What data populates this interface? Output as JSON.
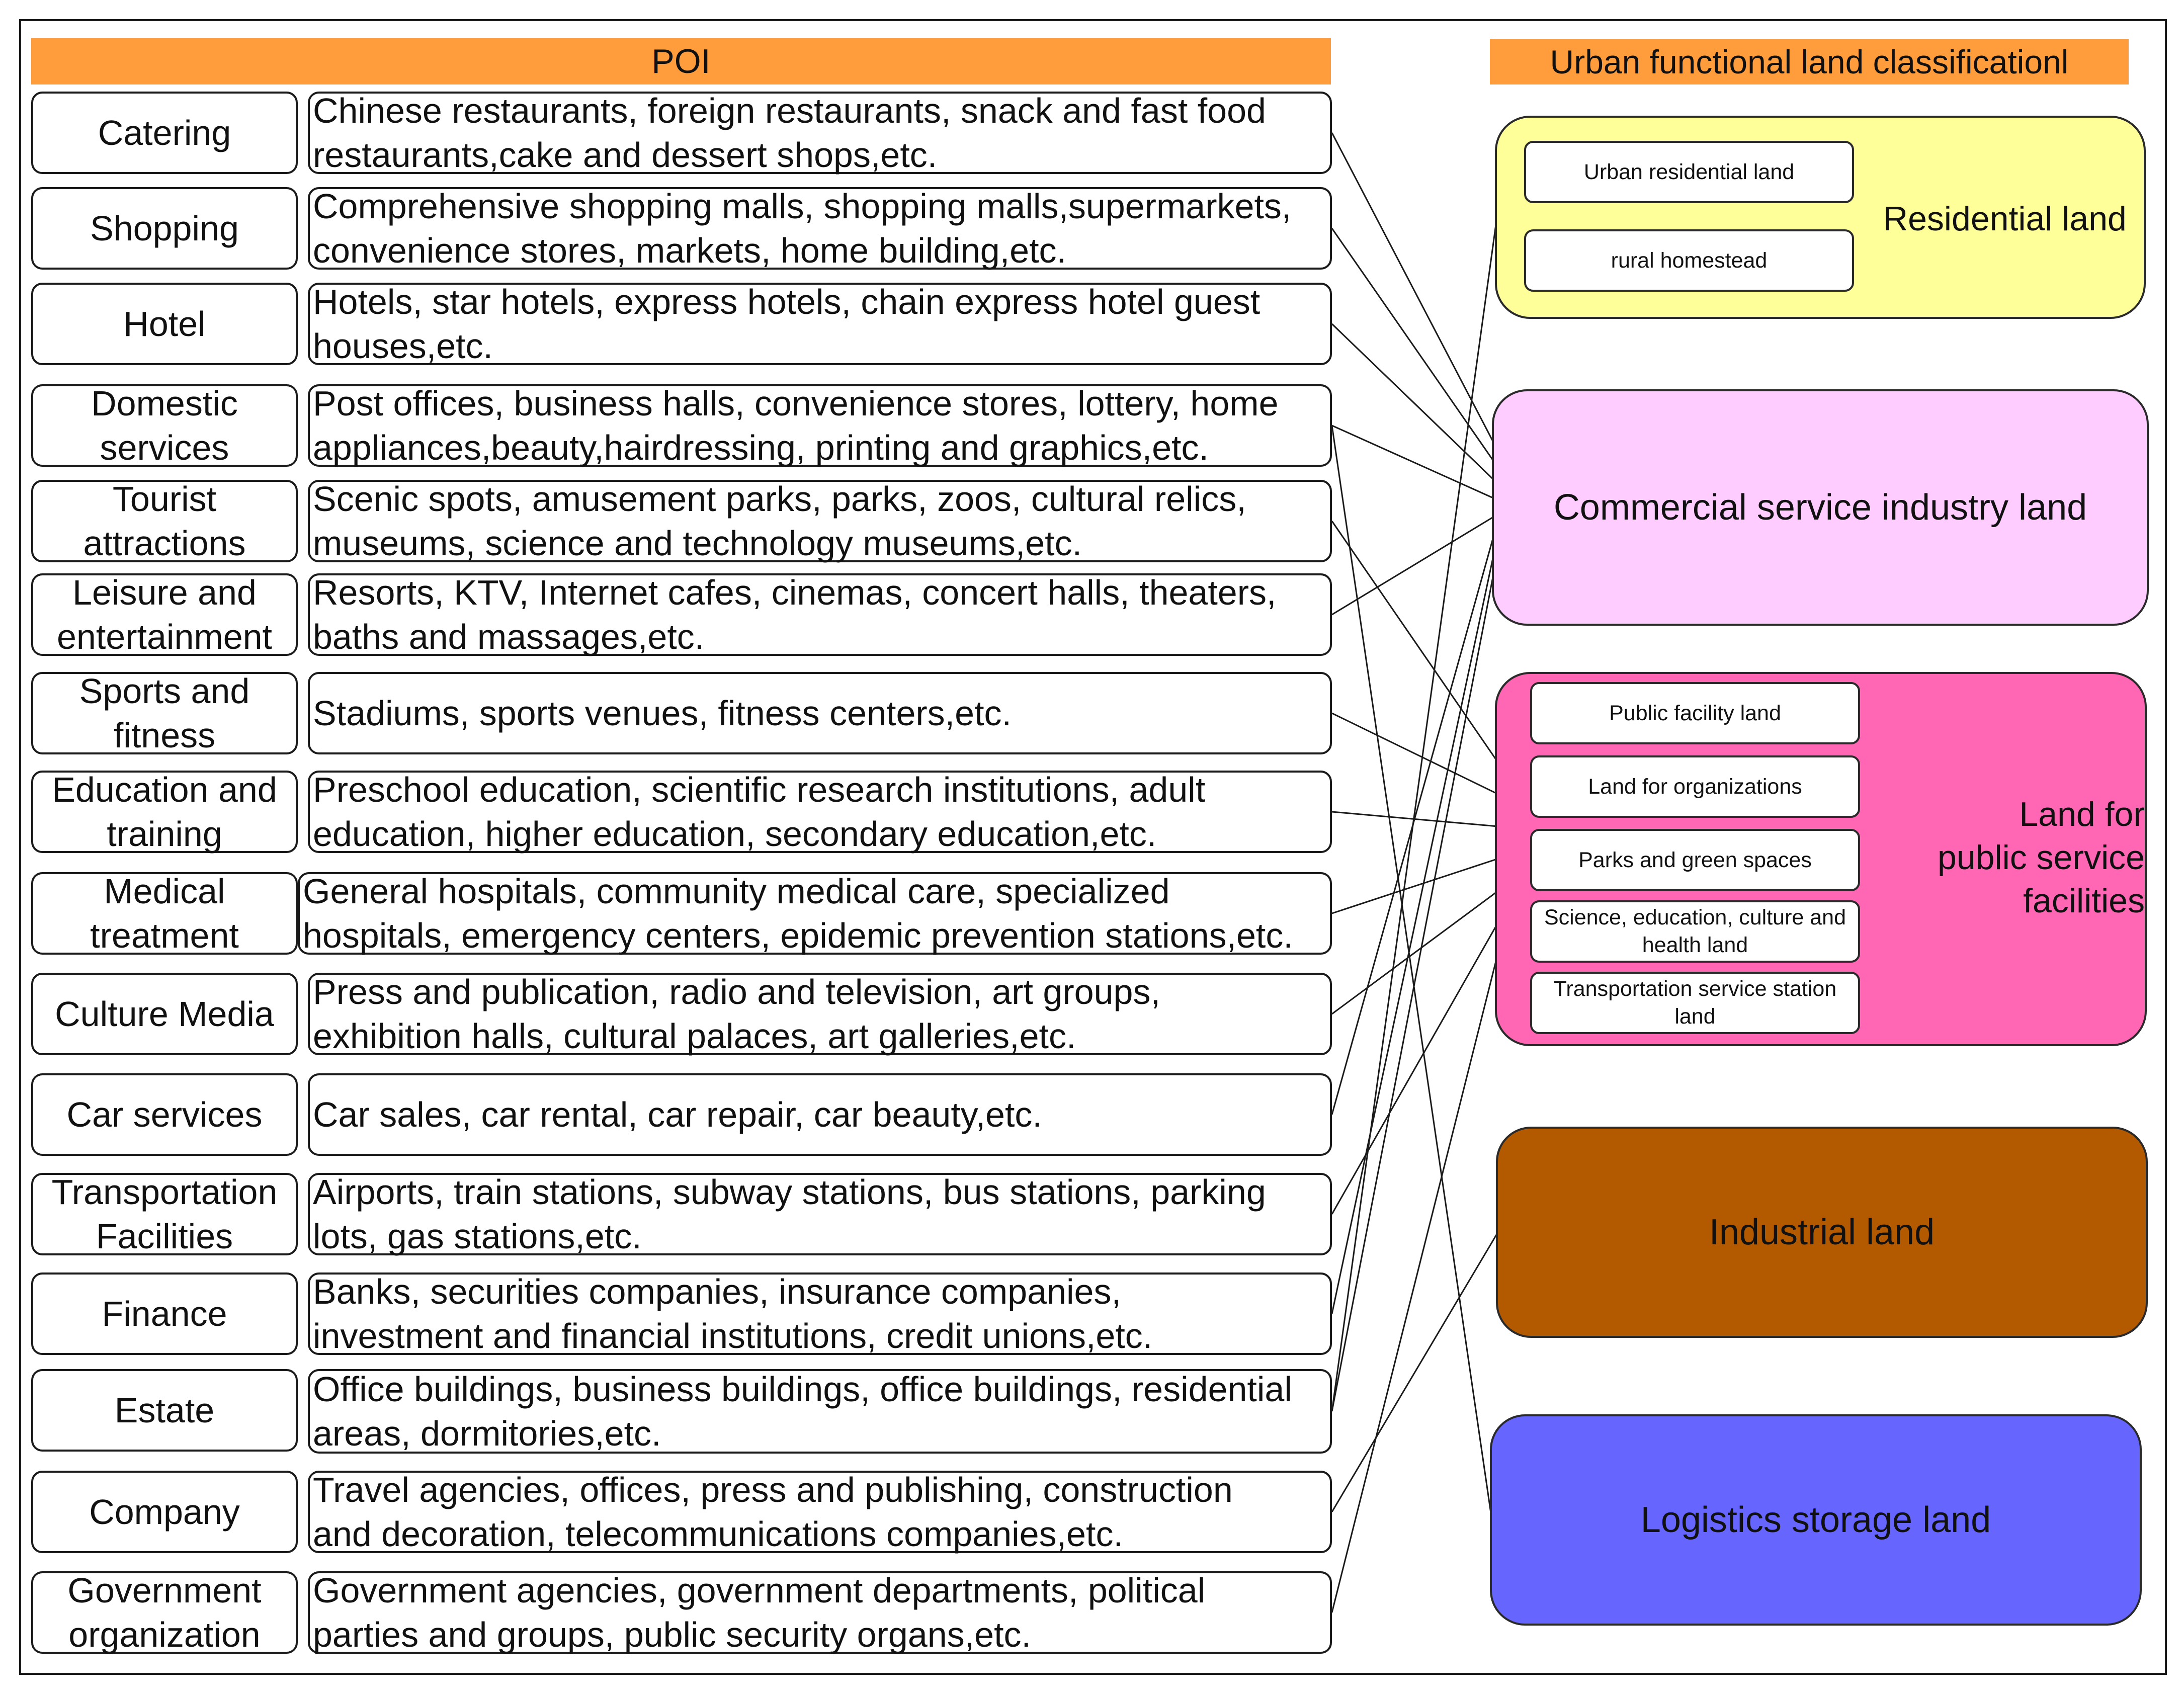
{
  "headers": {
    "poi": "POI",
    "classification": "Urban functional land classificationl"
  },
  "poi_categories": [
    {
      "label": "Catering",
      "description": "Chinese restaurants, foreign restaurants, snack and fast food\nrestaurants,cake and dessert shops,etc."
    },
    {
      "label": "Shopping",
      "description": "Comprehensive shopping malls, shopping malls,supermarkets,\nconvenience stores, markets, home building,etc."
    },
    {
      "label": "Hotel",
      "description": "Hotels, star hotels, express hotels, chain express hotel guest\nhouses,etc."
    },
    {
      "label": "Domestic\nservices",
      "description": "Post offices, business halls, convenience stores,  lottery, home\nappliances,beauty,hairdressing, printing and graphics,etc."
    },
    {
      "label": "Tourist\nattractions",
      "description": "Scenic spots, amusement parks, parks, zoos, cultural relics,\nmuseums, science and technology museums,etc."
    },
    {
      "label": "Leisure and\nentertainment",
      "description": "Resorts, KTV, Internet cafes, cinemas, concert halls, theaters,\nbaths and massages,etc."
    },
    {
      "label": "Sports and\nfitness",
      "description": "Stadiums, sports venues, fitness centers,etc."
    },
    {
      "label": "Education and\ntraining",
      "description": "Preschool education, scientific research institutions, adult\neducation, higher education, secondary education,etc."
    },
    {
      "label": "Medical\ntreatment",
      "description": "General hospitals, community medical care, specialized\nhospitals, emergency centers, epidemic prevention stations,etc."
    },
    {
      "label": "Culture Media",
      "description": "Press and publication, radio and television, art groups,\nexhibition halls, cultural palaces, art galleries,etc."
    },
    {
      "label": "Car services",
      "description": "Car sales, car rental, car repair, car beauty,etc."
    },
    {
      "label": "Transportation\nFacilities",
      "description": "Airports, train stations, subway stations, bus stations, parking\nlots, gas stations,etc."
    },
    {
      "label": "Finance",
      "description": "Banks, securities companies, insurance companies,\ninvestment and financial institutions, credit unions,etc."
    },
    {
      "label": "Estate",
      "description": "Office buildings, business buildings, office buildings, residential\nareas, dormitories,etc."
    },
    {
      "label": "Company",
      "description": "Travel agencies, offices, press and publishing, construction\nand decoration, telecommunications companies,etc."
    },
    {
      "label": "Government\norganization",
      "description": "Government agencies, government departments, political\nparties and groups, public security organs,etc."
    }
  ],
  "land_types": {
    "residential": {
      "label": "Residential land",
      "color": "#ffff99",
      "subtypes": [
        "Urban residential land",
        "rural homestead"
      ]
    },
    "commercial": {
      "label": "Commercial service industry land",
      "color": "#ffccff"
    },
    "public_service": {
      "label": "Land for\npublic service\nfacilities",
      "color": "#ff66b3",
      "subtypes": [
        "Public facility land",
        "Land for organizations",
        "Parks and green spaces",
        "Science, education, culture and\nhealth land",
        "Transportation service station\nland"
      ]
    },
    "industrial": {
      "label": "Industrial land",
      "color": "#b35900"
    },
    "logistics": {
      "label": "Logistics storage land",
      "color": "#6666ff"
    }
  },
  "connections": [
    {
      "from": "Catering",
      "to": "commercial"
    },
    {
      "from": "Shopping",
      "to": "commercial"
    },
    {
      "from": "Hotel",
      "to": "commercial"
    },
    {
      "from": "Domestic\nservices",
      "to": "commercial"
    },
    {
      "from": "Domestic\nservices",
      "to": "logistics"
    },
    {
      "from": "Tourist\nattractions",
      "to": "public_service"
    },
    {
      "from": "Leisure and\nentertainment",
      "to": "commercial"
    },
    {
      "from": "Sports and\nfitness",
      "to": "public_service"
    },
    {
      "from": "Education and\ntraining",
      "to": "public_service"
    },
    {
      "from": "Medical\ntreatment",
      "to": "public_service"
    },
    {
      "from": "Culture Media",
      "to": "public_service"
    },
    {
      "from": "Car services",
      "to": "commercial"
    },
    {
      "from": "Transportation\nFacilities",
      "to": "public_service"
    },
    {
      "from": "Finance",
      "to": "commercial"
    },
    {
      "from": "Estate",
      "to": "residential"
    },
    {
      "from": "Estate",
      "to": "commercial"
    },
    {
      "from": "Company",
      "to": "industrial"
    },
    {
      "from": "Government\norganization",
      "to": "public_service"
    }
  ]
}
